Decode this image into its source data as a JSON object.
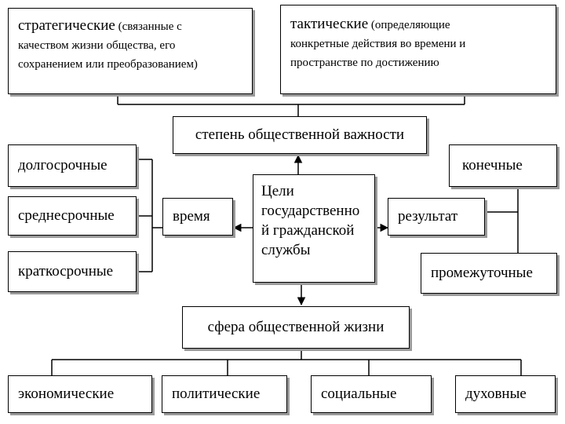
{
  "top": {
    "strategic": {
      "title": "стратегические",
      "desc1": " (связанные с",
      "desc2": "качеством жизни общества, его",
      "desc3": "сохранением или преобразованием)"
    },
    "tactical": {
      "title": "тактические",
      "desc1": " (определяющие",
      "desc2": "конкретные действия во времени и",
      "desc3": "пространстве по достижению"
    }
  },
  "importance": "степень общественной важности",
  "center": {
    "line1": "Цели",
    "line2": "государственно",
    "line3": "й гражданской",
    "line4": "службы"
  },
  "time": {
    "label": "время",
    "items": [
      "долгосрочные",
      "среднесрочные",
      "краткосрочные"
    ]
  },
  "result": {
    "label": "результат",
    "items": [
      "конечные",
      "промежуточные"
    ]
  },
  "sphere": {
    "label": "сфера общественной жизни",
    "items": [
      "экономические",
      "политические",
      "социальные",
      "духовные"
    ]
  }
}
